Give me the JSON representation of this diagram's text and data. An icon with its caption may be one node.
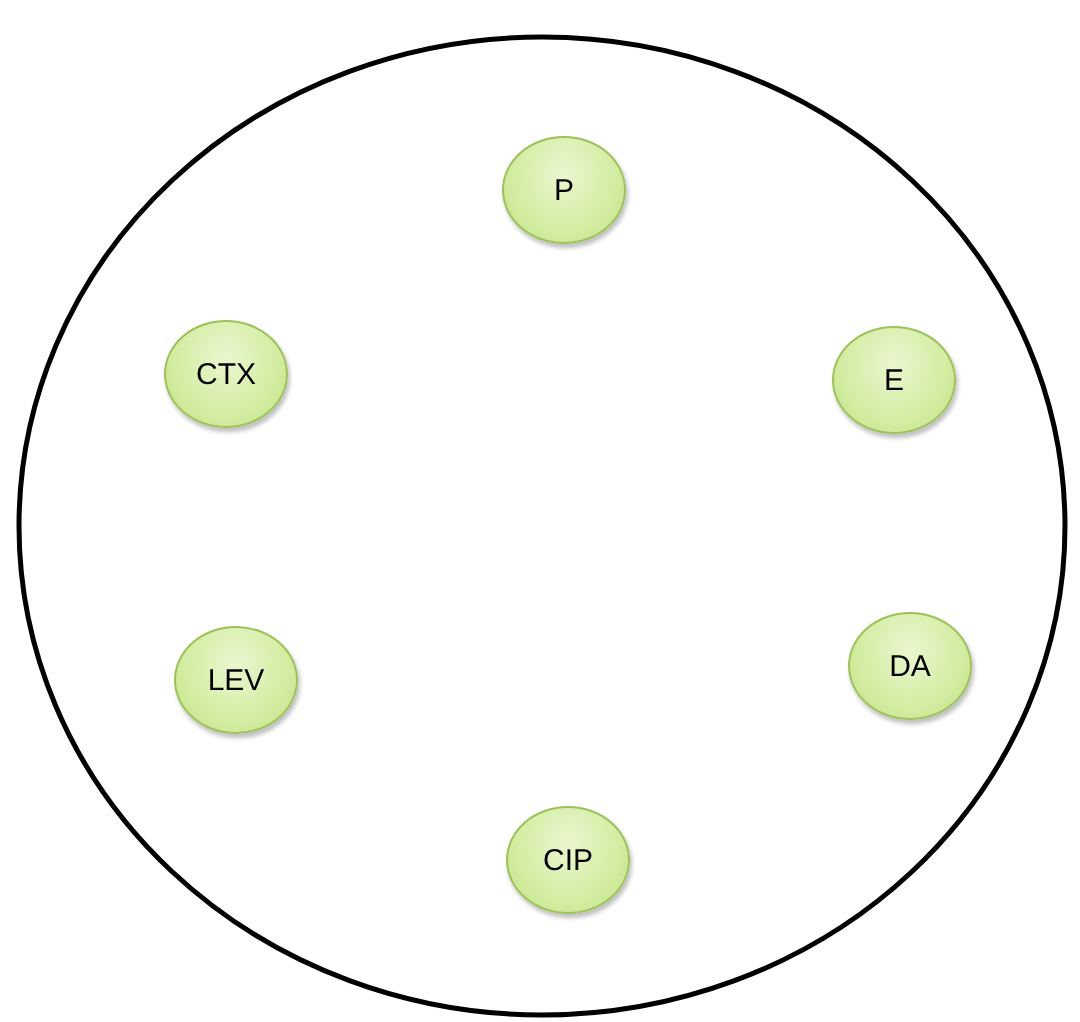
{
  "diagram": {
    "nodes": [
      {
        "text": [],
        "shape": "circle"
      },
      {
        "text": [
          "P"
        ],
        "in": 0
      },
      {
        "text": [
          "CTX"
        ],
        "in": 0
      },
      {
        "text": [
          "E"
        ],
        "in": 0
      },
      {
        "text": [
          "LEV"
        ],
        "in": 0
      },
      {
        "text": [
          "DA"
        ],
        "in": 0
      },
      {
        "text": [
          "CIP"
        ],
        "in": 0
      }
    ]
  }
}
